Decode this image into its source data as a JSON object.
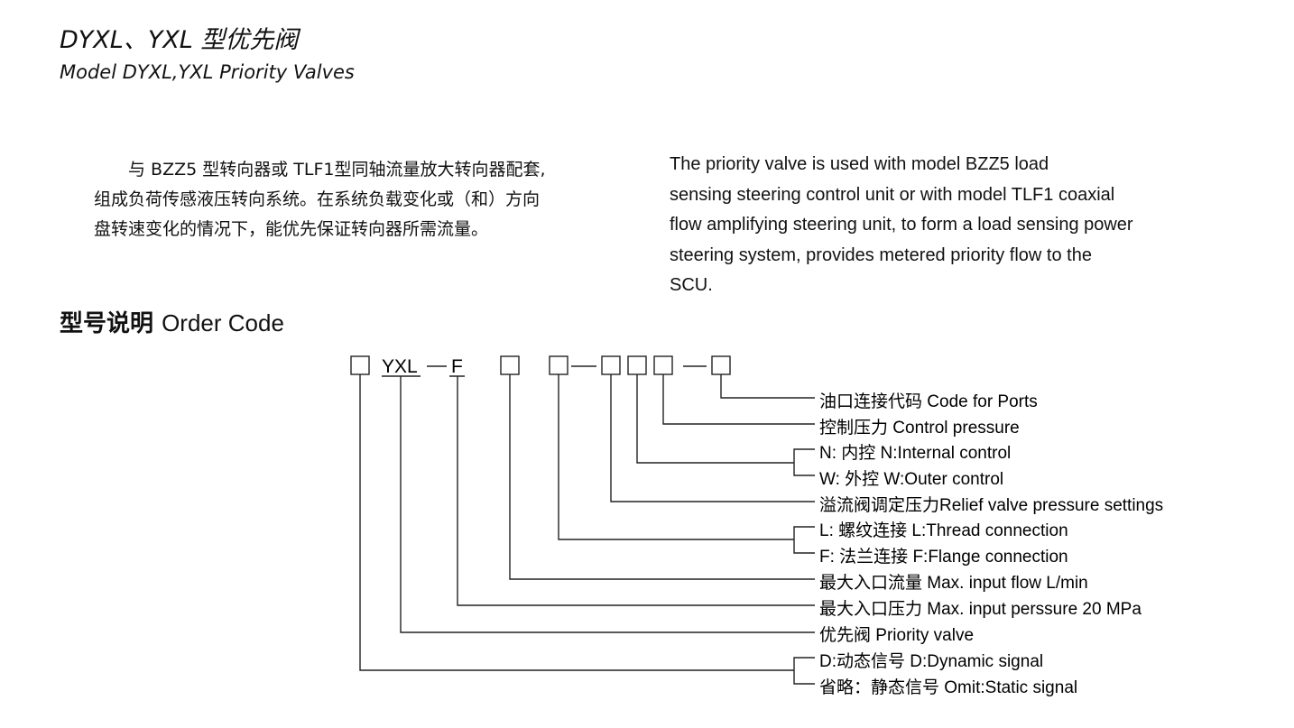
{
  "header": {
    "title": "DYXL、YXL 型优先阀",
    "subtitle": "Model DYXL,YXL Priority  Valves"
  },
  "description": {
    "cn_lines": [
      "与 BZZ5 型转向器或 TLF1型同轴流量放大转向器配套,",
      "组成负荷传感液压转向系统。在系统负载变化或（和）方向",
      "盘转速变化的情况下，能优先保证转向器所需流量。"
    ],
    "en_lines": [
      "The priority valve is used with model BZZ5 load",
      "sensing steering control unit or with model TLF1 coaxial",
      "flow amplifying steering unit, to form a load sensing power",
      "steering system, provides metered priority flow to the",
      "SCU."
    ]
  },
  "order_code": {
    "heading_cn": "型号说明",
    "heading_en": "Order Code",
    "code_parts": [
      "YXL",
      "F"
    ],
    "labels": [
      "油口连接代码  Code for Ports",
      "控制压力 Control pressure",
      "N: 内控   N:Internal control",
      "W: 外控  W:Outer control",
      "溢流阀调定压力Relief valve pressure settings",
      "L: 螺纹连接   L:Thread connection",
      "F: 法兰连接   F:Flange connection",
      "最大入口流量 Max. input flow L/min",
      "最大入口压力 Max. input perssure 20 MPa",
      "优先阀 Priority valve",
      "D:动态信号   D:Dynamic signal",
      "省略：静态信号   Omit:Static signal"
    ]
  }
}
